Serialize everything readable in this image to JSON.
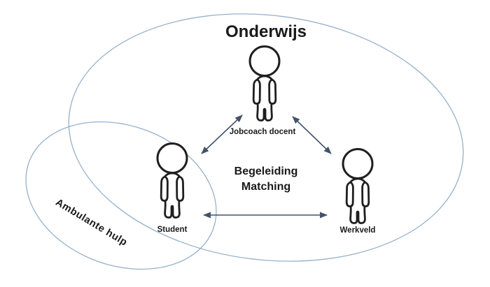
{
  "diagram": {
    "title": "Onderwijs",
    "inner_ellipse_label": "Ambulante hulp",
    "center_label_line1": "Begeleiding",
    "center_label_line2": "Matching",
    "actors": [
      {
        "label": "Jobcoach docent"
      },
      {
        "label": "Student"
      },
      {
        "label": "Werkveld"
      }
    ]
  },
  "colors": {
    "ellipse_stroke": "#96b1cb",
    "arrow": "#44546a",
    "figure_stroke": "#1f1f1f",
    "text": "#1a1a1a",
    "background": "#ffffff"
  }
}
